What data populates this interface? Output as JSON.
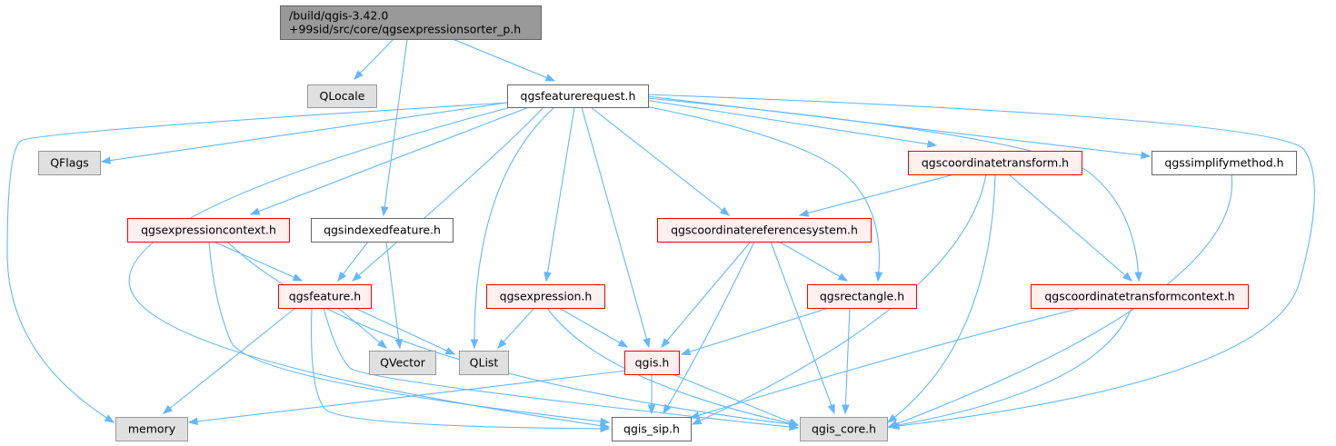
{
  "diagram": {
    "type": "include-dependency-graph",
    "colors": {
      "edge": "#63b8ff",
      "root_fill": "#999999",
      "root_border": "#666666",
      "external_fill": "#e0e0e0",
      "external_border": "#999999",
      "internal_fill": "#ffffff",
      "internal_border": "#666666",
      "linked_fill": "#fff0f0",
      "linked_border": "#ff0000"
    },
    "nodes": [
      {
        "id": "root",
        "kind": "root",
        "lines": [
          "/build/qgis-3.42.0",
          "+99sid/src/core/qgsexpressionsorter_p.h"
        ]
      },
      {
        "id": "qlocale",
        "kind": "external",
        "lines": [
          "QLocale"
        ]
      },
      {
        "id": "featurerequest",
        "kind": "internal",
        "lines": [
          "qgsfeaturerequest.h"
        ]
      },
      {
        "id": "qflags",
        "kind": "external",
        "lines": [
          "QFlags"
        ]
      },
      {
        "id": "coordtransform",
        "kind": "linked",
        "lines": [
          "qgscoordinatetransform.h"
        ]
      },
      {
        "id": "simplify",
        "kind": "internal",
        "lines": [
          "qgssimplifymethod.h"
        ]
      },
      {
        "id": "exprcontext",
        "kind": "linked",
        "lines": [
          "qgsexpressioncontext.h"
        ]
      },
      {
        "id": "indexedfeature",
        "kind": "internal",
        "lines": [
          "qgsindexedfeature.h"
        ]
      },
      {
        "id": "crs",
        "kind": "linked",
        "lines": [
          "qgscoordinatereferencesystem.h"
        ]
      },
      {
        "id": "feature",
        "kind": "linked",
        "lines": [
          "qgsfeature.h"
        ]
      },
      {
        "id": "expression",
        "kind": "linked",
        "lines": [
          "qgsexpression.h"
        ]
      },
      {
        "id": "rectangle",
        "kind": "linked",
        "lines": [
          "qgsrectangle.h"
        ]
      },
      {
        "id": "transformcontext",
        "kind": "linked",
        "lines": [
          "qgscoordinatetransformcontext.h"
        ]
      },
      {
        "id": "qvector",
        "kind": "external",
        "lines": [
          "QVector"
        ]
      },
      {
        "id": "qlist",
        "kind": "external",
        "lines": [
          "QList"
        ]
      },
      {
        "id": "qgis",
        "kind": "linked",
        "lines": [
          "qgis.h"
        ]
      },
      {
        "id": "memory",
        "kind": "external",
        "lines": [
          "memory"
        ]
      },
      {
        "id": "qgissip",
        "kind": "internal",
        "lines": [
          "qgis_sip.h"
        ]
      },
      {
        "id": "qgiscore",
        "kind": "external",
        "lines": [
          "qgis_core.h"
        ]
      }
    ],
    "edges": [
      {
        "from": "root",
        "to": "qlocale"
      },
      {
        "from": "root",
        "to": "featurerequest"
      },
      {
        "from": "root",
        "to": "indexedfeature"
      },
      {
        "from": "featurerequest",
        "to": "memory"
      },
      {
        "from": "featurerequest",
        "to": "qflags"
      },
      {
        "from": "featurerequest",
        "to": "qgissip"
      },
      {
        "from": "featurerequest",
        "to": "exprcontext"
      },
      {
        "from": "featurerequest",
        "to": "feature"
      },
      {
        "from": "featurerequest",
        "to": "qlist"
      },
      {
        "from": "featurerequest",
        "to": "expression"
      },
      {
        "from": "featurerequest",
        "to": "qgis"
      },
      {
        "from": "featurerequest",
        "to": "crs"
      },
      {
        "from": "featurerequest",
        "to": "rectangle"
      },
      {
        "from": "featurerequest",
        "to": "coordtransform"
      },
      {
        "from": "featurerequest",
        "to": "transformcontext"
      },
      {
        "from": "featurerequest",
        "to": "simplify"
      },
      {
        "from": "featurerequest",
        "to": "qgiscore"
      },
      {
        "from": "coordtransform",
        "to": "crs"
      },
      {
        "from": "coordtransform",
        "to": "transformcontext"
      },
      {
        "from": "coordtransform",
        "to": "qgissip"
      },
      {
        "from": "coordtransform",
        "to": "qgiscore"
      },
      {
        "from": "simplify",
        "to": "qgiscore"
      },
      {
        "from": "exprcontext",
        "to": "feature"
      },
      {
        "from": "exprcontext",
        "to": "qgissip"
      },
      {
        "from": "exprcontext",
        "to": "qgiscore"
      },
      {
        "from": "indexedfeature",
        "to": "feature"
      },
      {
        "from": "indexedfeature",
        "to": "qvector"
      },
      {
        "from": "crs",
        "to": "rectangle"
      },
      {
        "from": "crs",
        "to": "qgis"
      },
      {
        "from": "crs",
        "to": "qgissip"
      },
      {
        "from": "crs",
        "to": "qgiscore"
      },
      {
        "from": "feature",
        "to": "memory"
      },
      {
        "from": "feature",
        "to": "qvector"
      },
      {
        "from": "feature",
        "to": "qlist"
      },
      {
        "from": "feature",
        "to": "qgissip"
      },
      {
        "from": "feature",
        "to": "qgiscore"
      },
      {
        "from": "expression",
        "to": "qlist"
      },
      {
        "from": "expression",
        "to": "qgis"
      },
      {
        "from": "expression",
        "to": "qgiscore"
      },
      {
        "from": "rectangle",
        "to": "qgis"
      },
      {
        "from": "rectangle",
        "to": "qgiscore"
      },
      {
        "from": "transformcontext",
        "to": "qgissip"
      },
      {
        "from": "transformcontext",
        "to": "qgiscore"
      },
      {
        "from": "qgis",
        "to": "memory"
      },
      {
        "from": "qgis",
        "to": "qgissip"
      },
      {
        "from": "qgis",
        "to": "qgiscore"
      }
    ]
  }
}
